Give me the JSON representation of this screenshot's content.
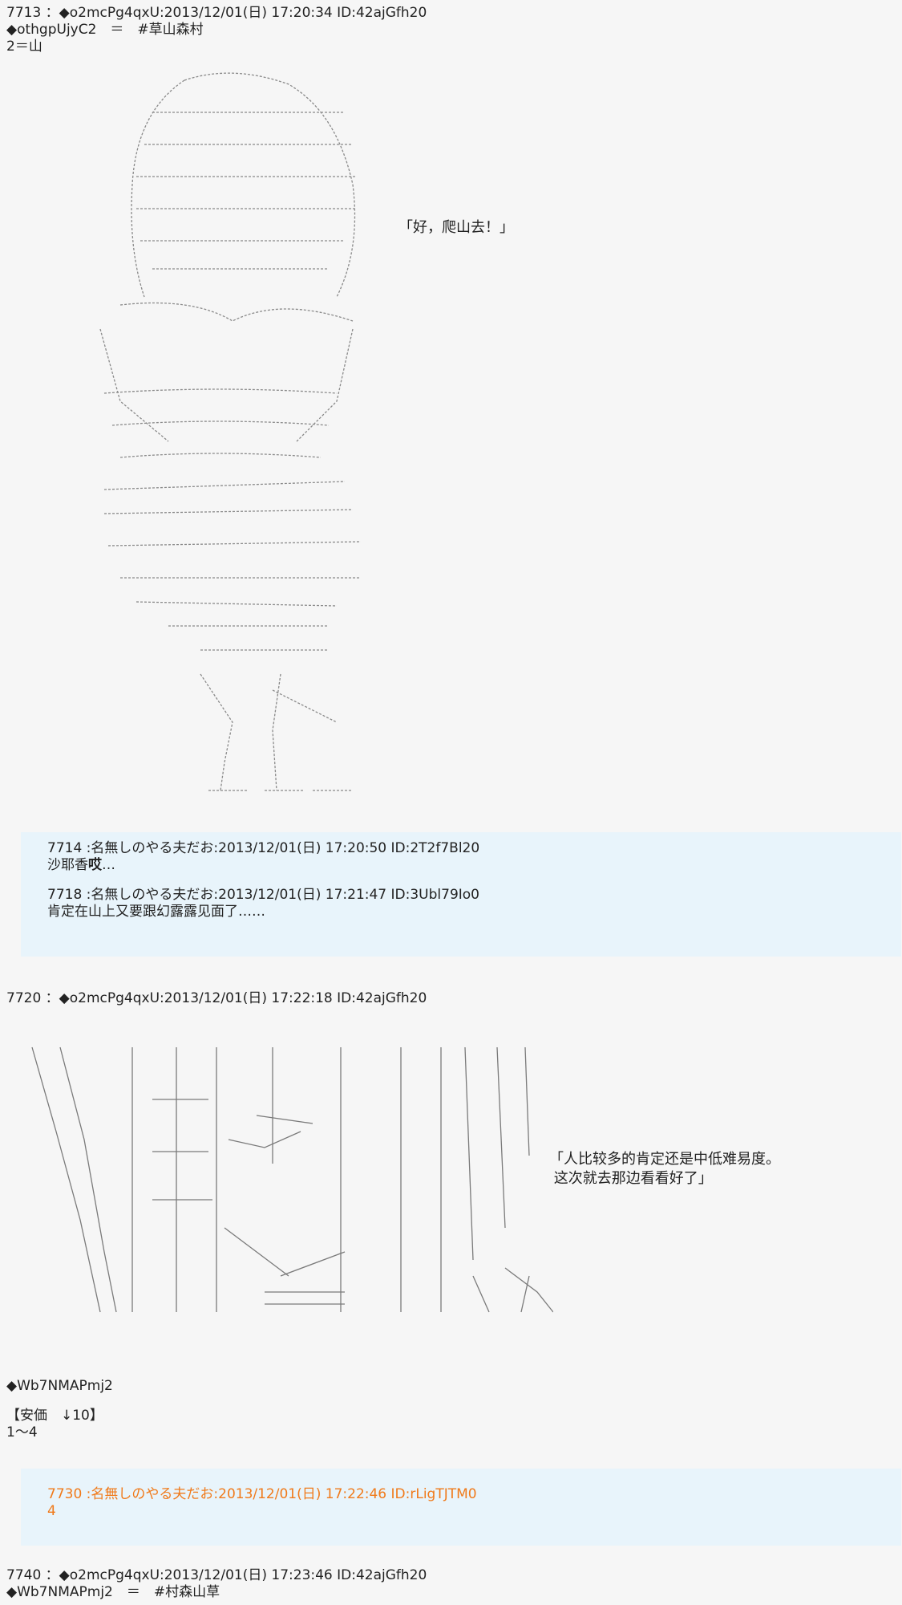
{
  "posts": [
    {
      "header": "7713 ：◆o2mcPg4qxU:2013/12/01(日) 17:20:34 ID:42ajGfh20",
      "lines": [
        "◆othgpUjyC2　＝　#草山森村",
        "2＝山"
      ],
      "speech": "「好，爬山去！」"
    },
    {
      "header": "7720 ：◆o2mcPg4qxU:2013/12/01(日) 17:22:18 ID:42ajGfh20",
      "speech": "「人比较多的肯定还是中低难易度。\n 这次就去那边看看好了」",
      "lines": [
        "◆Wb7NMAPmj2",
        "【安価　↓10】",
        "1～4"
      ]
    },
    {
      "header": "7740 ：◆o2mcPg4qxU:2013/12/01(日) 17:23:46 ID:42ajGfh20",
      "lines": [
        "◆Wb7NMAPmj2　＝　#村森山草"
      ]
    }
  ],
  "quotes1": [
    {
      "header": "7714 :名無しのやる夫だお:2013/12/01(日) 17:20:50 ID:2T2f7Bl20",
      "body_pre": "沙耶香",
      "body_bold": "哎",
      "body_post": "…"
    },
    {
      "header": "7718 :名無しのやる夫だお:2013/12/01(日) 17:21:47 ID:3Ubl79Io0",
      "body_pre": "肯定在山上又要跟幻露露见面了……",
      "body_bold": "",
      "body_post": ""
    }
  ],
  "quotes2": [
    {
      "header": "7730 :名無しのやる夫だお:2013/12/01(日) 17:22:46 ID:rLigTJTM0",
      "body_pre": "4",
      "body_bold": "",
      "body_post": ""
    }
  ],
  "colors": {
    "quote_bg": "#e8f4fb",
    "highlight": "#f07a1a",
    "page_bg": "#f6f6f6"
  }
}
